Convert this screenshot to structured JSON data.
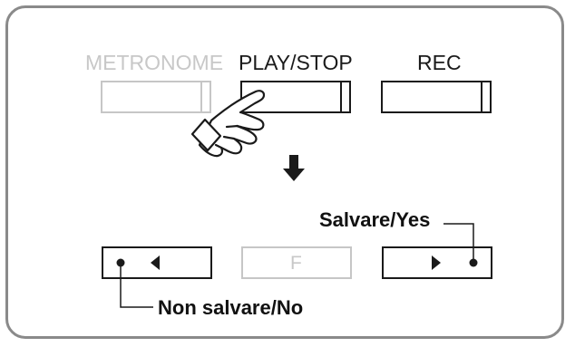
{
  "top_buttons": {
    "metronome": "METRONOME",
    "play_stop": "PLAY/STOP",
    "rec": "REC"
  },
  "bottom_buttons": {
    "f": "F"
  },
  "callouts": {
    "yes": "Salvare/Yes",
    "no": "Non salvare/No"
  }
}
